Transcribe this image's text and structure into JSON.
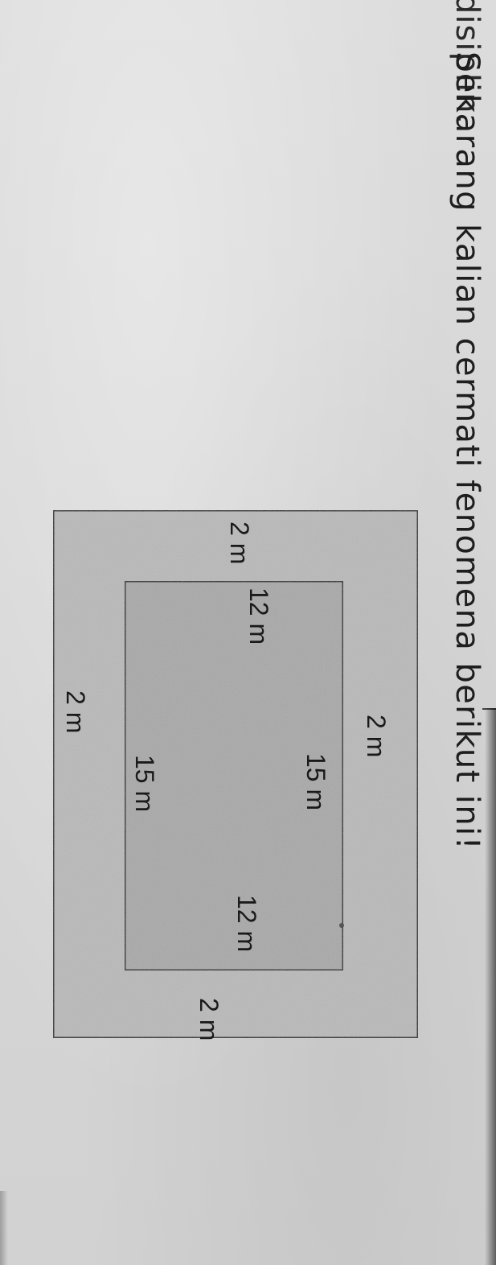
{
  "text": {
    "previous_line": "disiplin.",
    "instruction": "Sekarang kalian cermati fenomena berikut ini!"
  },
  "diagram": {
    "outer_rect_fill": "#b9b9b9",
    "inner_rect_fill": "#a9a9a9",
    "border_color": "#2b2b2b",
    "labels": {
      "top_width": "2 m",
      "inner_top_length": "15 m",
      "inner_right_width": "12 m",
      "right_width": "2 m",
      "left_width": "2 m",
      "inner_left_width": "12 m",
      "inner_bottom_length": "15 m",
      "bottom_width": "2 m"
    }
  }
}
